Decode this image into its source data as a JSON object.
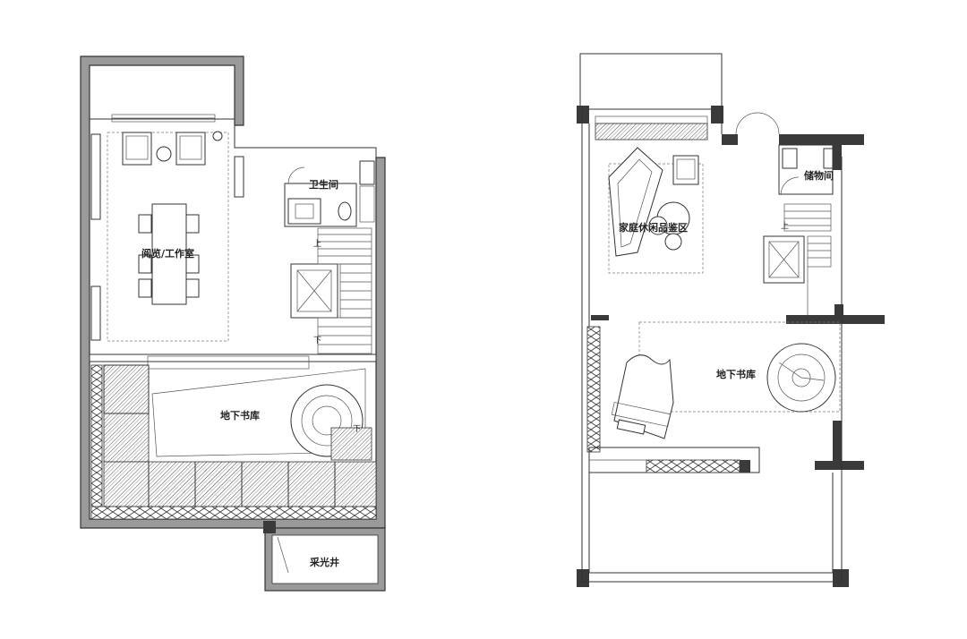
{
  "plan_left": {
    "labels": {
      "reading_room": "阅览/工作室",
      "bathroom": "卫生间",
      "library": "地下书库",
      "lightwell": "采光井",
      "up": "上",
      "down": "下",
      "down2": "下"
    }
  },
  "plan_right": {
    "labels": {
      "family_lounge": "家庭休闲品鉴区",
      "storage": "储物间",
      "library": "地下书库",
      "up": "上"
    }
  }
}
